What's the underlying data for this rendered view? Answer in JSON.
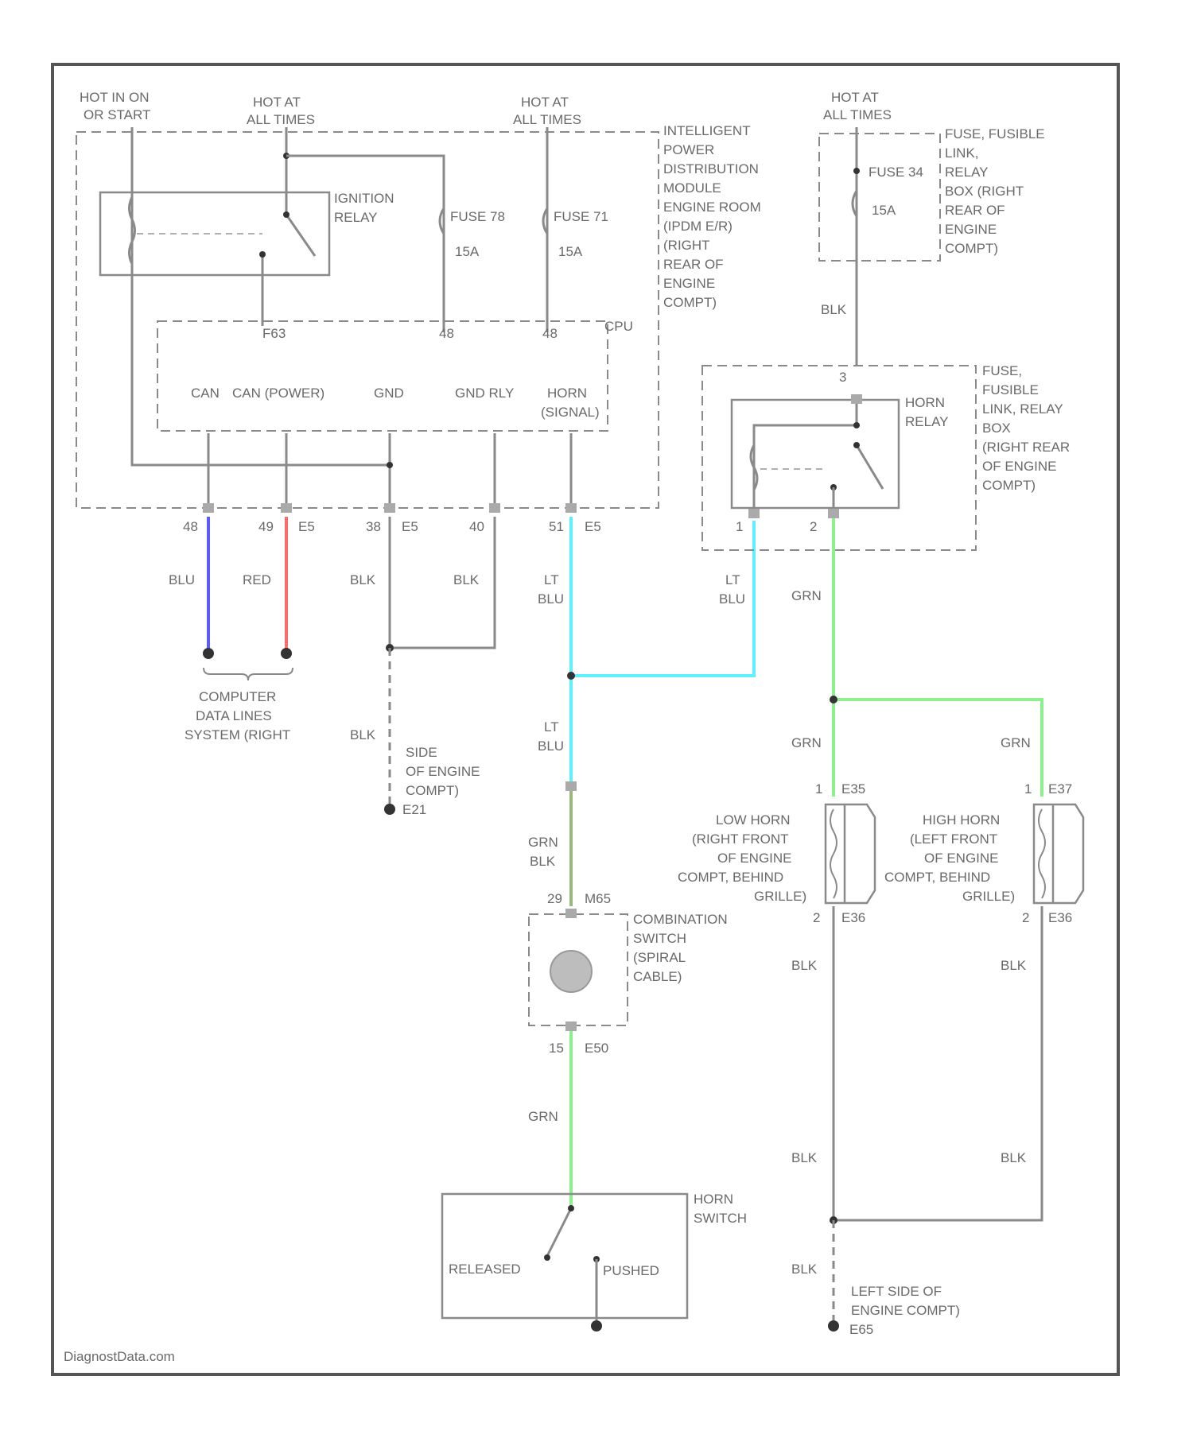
{
  "colors": {
    "wire_gray": "#8a8a8a",
    "blu": "#5a5aff",
    "red": "#ff6a6a",
    "lt_blu": "#5ff0ff",
    "grn": "#8cf08c"
  },
  "power": {
    "hot_run_start": [
      "HOT IN ON",
      "OR START"
    ],
    "hot_all_times_1": [
      "HOT AT",
      "ALL TIMES"
    ],
    "hot_all_times_2": [
      "HOT AT",
      "ALL TIMES"
    ],
    "hot_all_times_3": [
      "HOT AT",
      "ALL TIMES"
    ]
  },
  "ipdm": {
    "label": [
      "INTELLIGENT",
      "POWER",
      "DISTRIBUTION",
      "MODULE",
      "ENGINE ROOM",
      "(IPDM E/R)",
      "(RIGHT",
      "REAR OF",
      "ENGINE",
      "COMPT)"
    ],
    "ignition_relay": [
      "IGNITION",
      "RELAY"
    ],
    "fuse_78": "FUSE 78",
    "fuse_78_amps": "15A",
    "fuse_71": "FUSE 71",
    "fuse_71_amps": "15A",
    "cpu": "CPU",
    "terminals": [
      "CAN",
      "CAN (POWER)",
      "GND",
      "GND RLY",
      "HORN",
      "(SIGNAL)"
    ]
  },
  "fuse_box": {
    "label": [
      "FUSE, FUSIBLE",
      "LINK,",
      "RELAY",
      "BOX (RIGHT",
      "REAR OF",
      "ENGINE",
      "COMPT)"
    ],
    "fuse": "FUSE 34",
    "amps": "15A"
  },
  "horn_relay_box": {
    "label": [
      "FUSE,",
      "FUSIBLE",
      "LINK, RELAY",
      "BOX",
      "(RIGHT REAR",
      "OF ENGINE",
      "COMPT)"
    ],
    "relay": [
      "HORN",
      "RELAY"
    ]
  },
  "wires": {
    "blu": "BLU",
    "red": "RED",
    "blk": "BLK",
    "lt_blu": [
      "LT",
      "BLU"
    ],
    "grn": "GRN",
    "grn_blk": [
      "GRN",
      "BLK"
    ]
  },
  "connectors": {
    "c1": "E5",
    "c2": "E5",
    "c3": "E5",
    "c4": "E5",
    "pin_can": "48",
    "pin_can_power": "49",
    "pin_gnd": "38",
    "pin_gnd_rly": "40",
    "pin_horn": "51",
    "m65": "M65",
    "m65_pin": "29",
    "e50": "E50",
    "e50_pin": "15"
  },
  "computer_data_lines": [
    "COMPUTER",
    "DATA LINES",
    "SYSTEM (RIGHT"
  ],
  "ground_e21": [
    "SIDE",
    "OF ENGINE",
    "COMPT)"
  ],
  "ground_e21_id": "E21",
  "combination_switch": [
    "COMBINATION",
    "SWITCH",
    "(SPIRAL",
    "CABLE)"
  ],
  "low_horn": [
    "LOW HORN",
    "(RIGHT FRONT",
    "OF ENGINE",
    "COMPT, BEHIND",
    "GRILLE)"
  ],
  "high_horn": [
    "HIGH HORN",
    "(LEFT FRONT",
    "OF ENGINE",
    "COMPT, BEHIND",
    "GRILLE)"
  ],
  "horn_conn": {
    "low": "E35",
    "high": "E37",
    "low2": "E36",
    "high2": "E36"
  },
  "horn_switch": {
    "label": [
      "HORN",
      "SWITCH"
    ],
    "released": "RELEASED",
    "pushed": "PUSHED"
  },
  "ground_e65": [
    "LEFT SIDE OF",
    "ENGINE COMPT)"
  ],
  "ground_e65_id": "E65",
  "watermark": "DiagnostData.com"
}
